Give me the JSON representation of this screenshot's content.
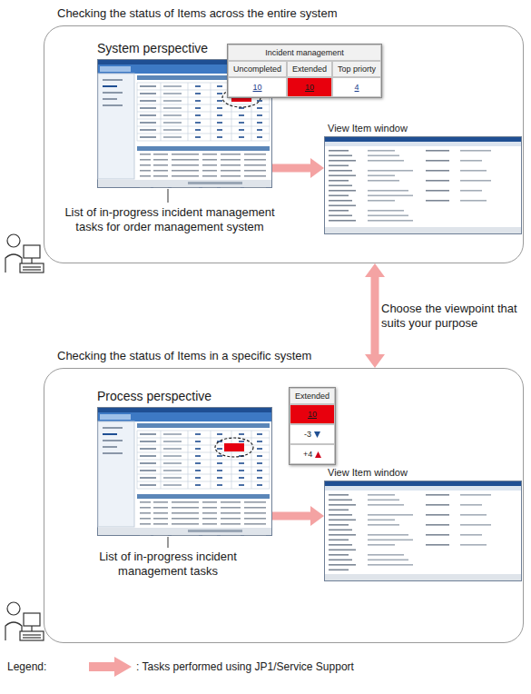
{
  "diagram": {
    "nodes": [
      {
        "text": [
          "Checking the status of Items across the entire system"
        ]
      },
      {
        "text": [
          "System perspective"
        ],
        "in": 0
      },
      {
        "text": [
          "Incident management",
          "Uncompleted",
          "Extended",
          "Top priorty",
          "10",
          "10",
          "4"
        ],
        "in": 0
      },
      {
        "text": [
          "View Item window"
        ],
        "in": 0
      },
      {
        "text": [
          "Checking the status of Items in a specific system"
        ]
      },
      {
        "text": [
          "Process perspective"
        ],
        "in": 4
      },
      {
        "text": [
          "Extended",
          "10",
          "-3",
          "+4"
        ],
        "in": 4
      },
      {
        "text": [
          "View Item window"
        ],
        "in": 4
      }
    ],
    "edges": [
      {
        "from": 1,
        "to": 3,
        "arrow": "to"
      },
      {
        "from": 0,
        "to": 4,
        "arrow": "both",
        "label": "Choose the viewpoint that suits your purpose"
      },
      {
        "from": 5,
        "to": 7,
        "arrow": "to"
      }
    ],
    "labels": [
      "List of in-progress incident management tasks for order management system",
      "List of in-progress incident management tasks",
      "Legend:"
    ],
    "legend": [
      {
        "text": ": Tasks performed using JP1/Service Support"
      }
    ]
  }
}
